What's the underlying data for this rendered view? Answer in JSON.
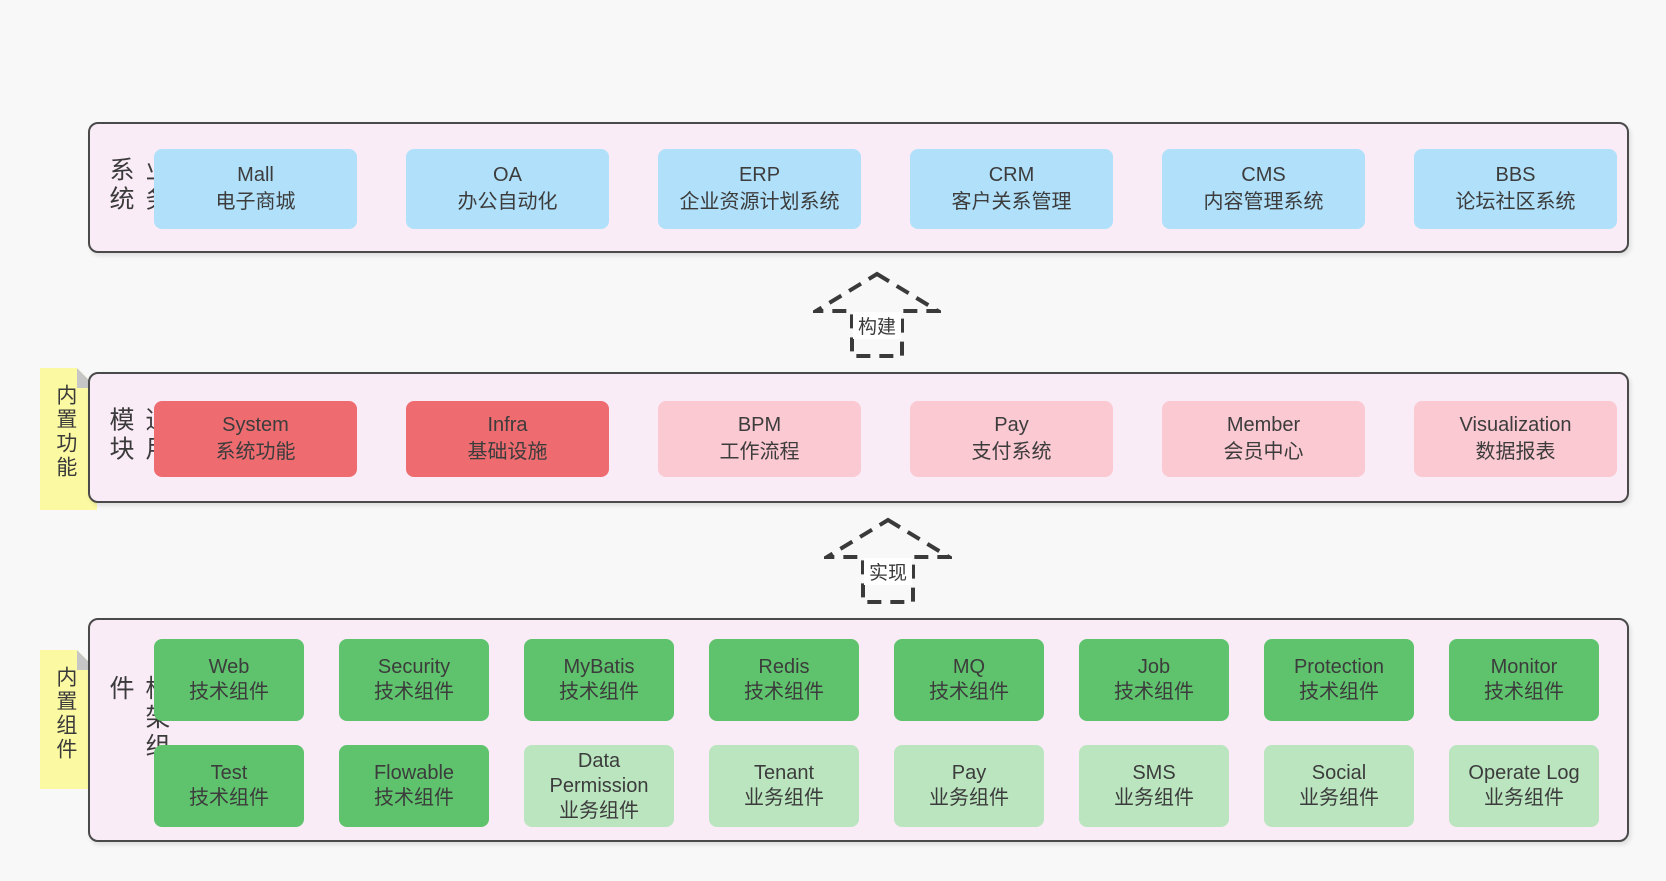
{
  "palette": {
    "page_bg": "#f8f8f8",
    "panel_bg": "#f9ecf6",
    "panel_border": "#4a4a4a",
    "text": "#3c3c3c",
    "blue": "#b0e0fa",
    "red": "#ee6c70",
    "pink": "#fbc9d2",
    "green": "#5ec36c",
    "greenlight": "#bae5bf",
    "note_yellow": "#fbf9a1",
    "note_fold": "#c6c6c6"
  },
  "arrows": [
    {
      "label": "构建"
    },
    {
      "label": "实现"
    }
  ],
  "layers": [
    {
      "label": "业务系统",
      "rows": [
        [
          {
            "en": "Mall",
            "zh": "电子商城",
            "variant": "blue"
          },
          {
            "en": "OA",
            "zh": "办公自动化",
            "variant": "blue"
          },
          {
            "en": "ERP",
            "zh": "企业资源计划系统",
            "variant": "blue"
          },
          {
            "en": "CRM",
            "zh": "客户关系管理",
            "variant": "blue"
          },
          {
            "en": "CMS",
            "zh": "内容管理系统",
            "variant": "blue"
          },
          {
            "en": "BBS",
            "zh": "论坛社区系统",
            "variant": "blue"
          }
        ]
      ]
    },
    {
      "label": "通用模块",
      "note": "内置功能",
      "rows": [
        [
          {
            "en": "System",
            "zh": "系统功能",
            "variant": "red"
          },
          {
            "en": "Infra",
            "zh": "基础设施",
            "variant": "red"
          },
          {
            "en": "BPM",
            "zh": "工作流程",
            "variant": "pink"
          },
          {
            "en": "Pay",
            "zh": "支付系统",
            "variant": "pink"
          },
          {
            "en": "Member",
            "zh": "会员中心",
            "variant": "pink"
          },
          {
            "en": "Visualization",
            "zh": "数据报表",
            "variant": "pink"
          }
        ]
      ]
    },
    {
      "label": "框架组件",
      "note": "内置组件",
      "rows": [
        [
          {
            "en": "Web",
            "zh": "技术组件",
            "variant": "green"
          },
          {
            "en": "Security",
            "zh": "技术组件",
            "variant": "green"
          },
          {
            "en": "MyBatis",
            "zh": "技术组件",
            "variant": "green"
          },
          {
            "en": "Redis",
            "zh": "技术组件",
            "variant": "green"
          },
          {
            "en": "MQ",
            "zh": "技术组件",
            "variant": "green"
          },
          {
            "en": "Job",
            "zh": "技术组件",
            "variant": "green"
          },
          {
            "en": "Protection",
            "zh": "技术组件",
            "variant": "green"
          },
          {
            "en": "Monitor",
            "zh": "技术组件",
            "variant": "green"
          }
        ],
        [
          {
            "en": "Test",
            "zh": "技术组件",
            "variant": "green"
          },
          {
            "en": "Flowable",
            "zh": "技术组件",
            "variant": "green"
          },
          {
            "en": "Data Permission",
            "zh": "业务组件",
            "variant": "greenlight"
          },
          {
            "en": "Tenant",
            "zh": "业务组件",
            "variant": "greenlight"
          },
          {
            "en": "Pay",
            "zh": "业务组件",
            "variant": "greenlight"
          },
          {
            "en": "SMS",
            "zh": "业务组件",
            "variant": "greenlight"
          },
          {
            "en": "Social",
            "zh": "业务组件",
            "variant": "greenlight"
          },
          {
            "en": "Operate Log",
            "zh": "业务组件",
            "variant": "greenlight"
          }
        ]
      ]
    }
  ]
}
